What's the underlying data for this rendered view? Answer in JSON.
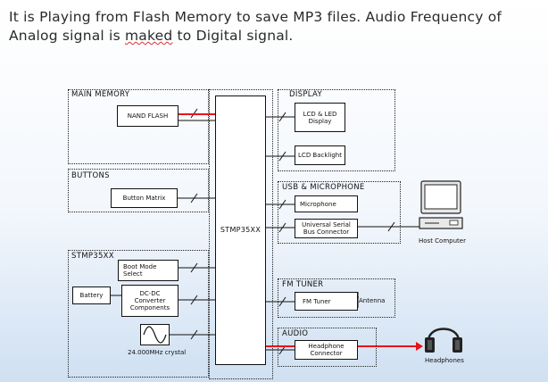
{
  "heading": {
    "line1": "It is Playing from Flash Memory to save MP3 files. Audio Frequency of",
    "line2_before": "Analog signal is ",
    "line2_misspelled": "maked",
    "line2_after": " to Digital signal."
  },
  "groups": {
    "main_memory": "MAIN MEMORY",
    "buttons": "BUTTONS",
    "stmp_left": "STMP35XX",
    "display": "DISPLAY",
    "usb_mic": "USB & MICROPHONE",
    "fm_tuner": "FM TUNER",
    "audio": "AUDIO"
  },
  "blocks": {
    "nand_flash": "NAND FLASH",
    "button_matrix": "Button Matrix",
    "stmp_core": "STMP35XX",
    "boot_mode": "Boot Mode Select",
    "battery": "Battery",
    "dcdc": "DC-DC Converter Components",
    "crystal_label": "24.000MHz crystal",
    "lcd_led": "LCD & LED Display",
    "lcd_backlight": "LCD Backlight",
    "microphone": "Microphone",
    "usb_connector": "Universal Serial Bus Connector",
    "host_computer": "Host Computer",
    "fm_tuner": "FM Tuner",
    "antenna": "Antenna",
    "headphone_connector": "Headphone Connector",
    "headphones": "Headphones"
  },
  "colors": {
    "signal_path": "#e8141b",
    "line": "#111111",
    "background_bottom": "#cfe0f2"
  }
}
